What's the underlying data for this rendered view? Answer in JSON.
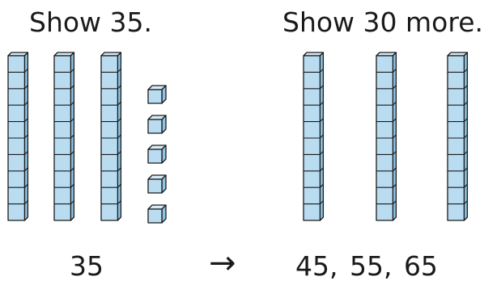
{
  "left_panel": {
    "title": "Show 35.",
    "tens_rods": 3,
    "ones_cubes": 5,
    "number": "35"
  },
  "right_panel": {
    "title": "Show 30 more.",
    "tens_rods": 3,
    "sequence": "45,  55,  65"
  },
  "arrow": "→",
  "colors": {
    "block_fill": "#b9dcf1",
    "block_top": "#d6ebf7",
    "block_side": "#8ec4e6",
    "block_stroke": "#1a1a1a",
    "text": "#1a1a1a"
  }
}
